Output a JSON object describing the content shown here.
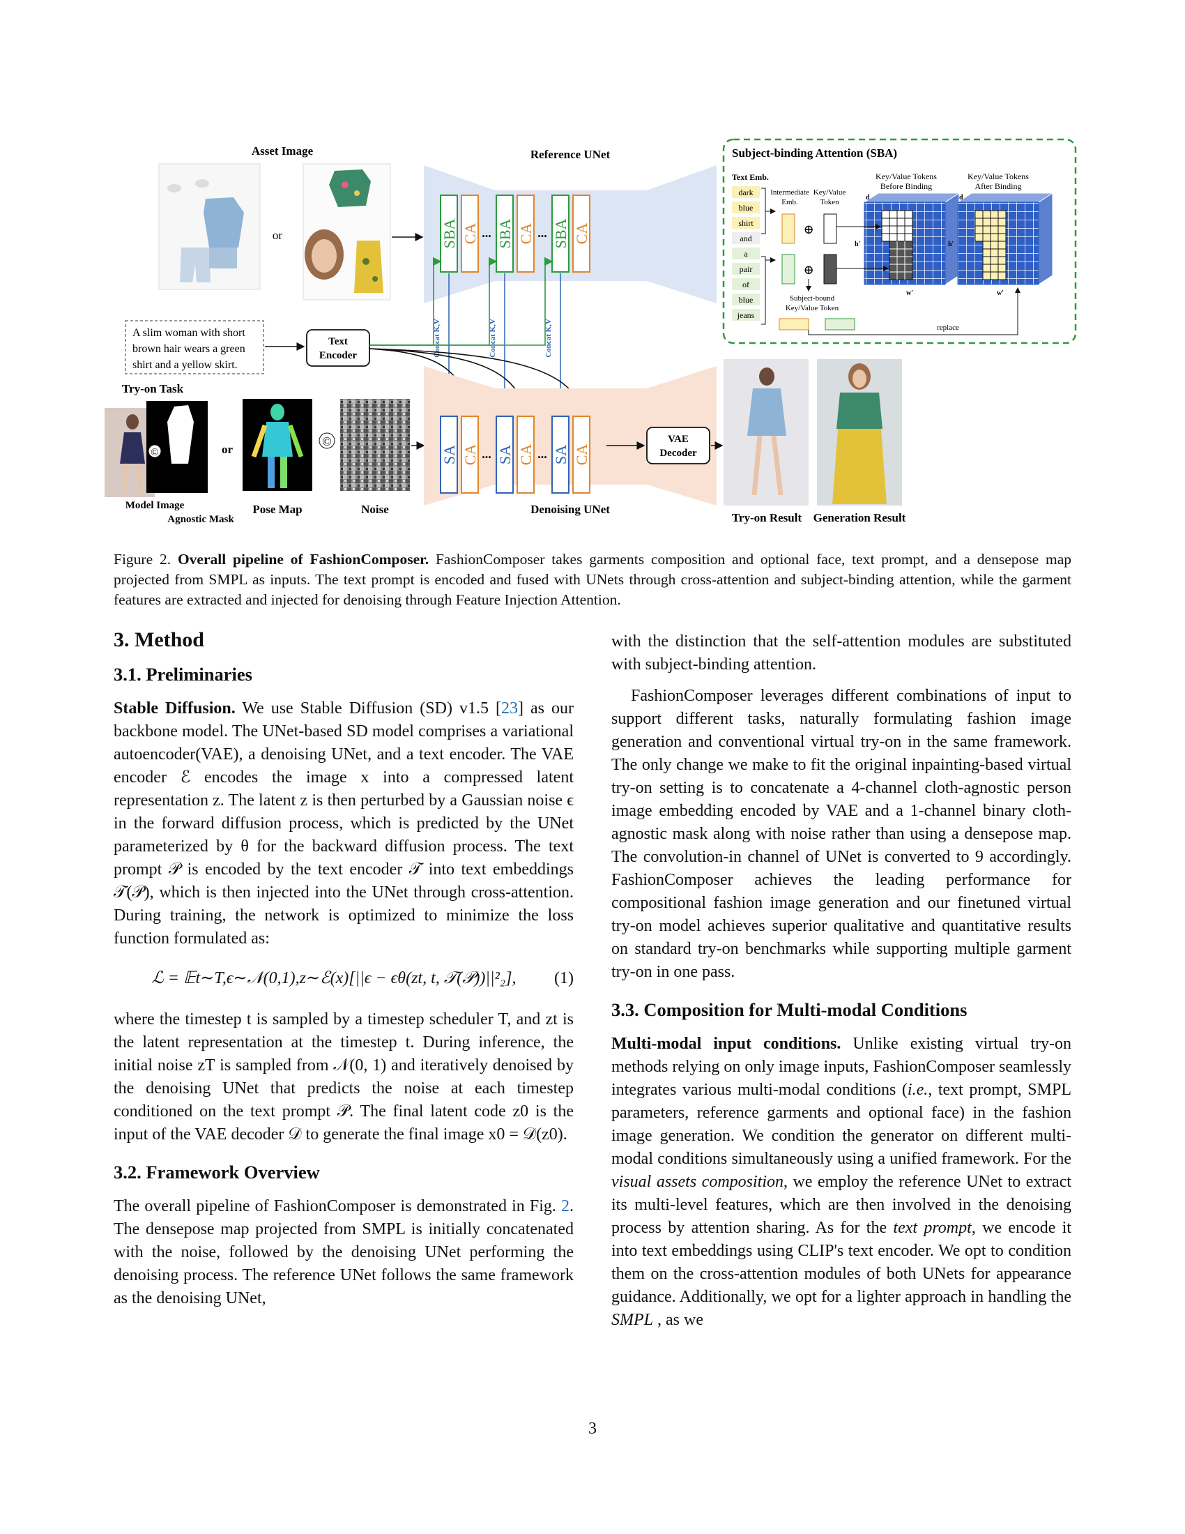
{
  "figure": {
    "labels": {
      "asset_image": "Asset Image",
      "or1": "or",
      "reference_unet": "Reference UNet",
      "denoising_unet": "Denoising UNet",
      "prompt": [
        "A slim woman with short",
        "brown hair wears a green",
        "shirt and a yellow skirt."
      ],
      "text_encoder": [
        "Text",
        "Encoder"
      ],
      "tryon_task": "Try-on Task",
      "or2": "or",
      "model_image": "Model Image",
      "agnostic_mask": "Agnostic Mask",
      "pose_map": "Pose Map",
      "noise": "Noise",
      "vae_decoder": [
        "VAE",
        "Decoder"
      ],
      "tryon_result": "Try-on Result",
      "generation_result": "Generation Result",
      "concat_kv": "Concat K,V",
      "copyright": "©",
      "dots": "...",
      "sba": "SBA",
      "ca": "CA",
      "sa": "SA"
    },
    "sba_panel": {
      "title": "Subject-binding Attention (SBA)",
      "text_emb": "Text Emb.",
      "tokens": [
        "dark",
        "blue",
        "shirt",
        "and",
        "a",
        "pair",
        "of",
        "blue",
        "jeans"
      ],
      "intermediate_emb": [
        "Intermediate",
        "Emb."
      ],
      "kv_token": [
        "Key/Value",
        "Token"
      ],
      "before": [
        "Key/Value Tokens",
        "Before Binding"
      ],
      "after": [
        "Key/Value Tokens",
        "After Binding"
      ],
      "subject_bound": [
        "Subject-bound",
        "Key/Value Token"
      ],
      "replace": "replace",
      "d": "d",
      "h": "h'",
      "w": "w'",
      "oplus": "⊕"
    },
    "colors": {
      "sba_green": "#2e9a3e",
      "ca_orange": "#e0862a",
      "sa_blue": "#2f63b7",
      "ref_bg": "#dbe5f3",
      "den_bg": "#f9e1d4",
      "token_yellow": "#fbf0b5",
      "token_green": "#e3f1d9",
      "grid_blue": "#2f5fc4"
    }
  },
  "caption": {
    "label": "Figure 2.",
    "bold": "Overall pipeline of FashionComposer.",
    "text": "FashionComposer takes garments composition and optional face, text prompt, and a densepose map projected from SMPL as inputs. The text prompt is encoded and fused with UNets through cross-attention and subject-binding attention, while the garment features are extracted and injected for denoising through Feature Injection Attention."
  },
  "left": {
    "section": "3. Method",
    "sub1": "3.1. Preliminaries",
    "sd_title": "Stable Diffusion.",
    "sd_a": "We use Stable Diffusion (SD) v1.5 [",
    "sd_cite": "23",
    "sd_b": "] as our backbone model. The UNet-based SD model comprises a variational autoencoder(VAE), a denoising UNet, and a text encoder. The VAE encoder ℰ encodes the image x into a compressed latent representation z. The latent z is then perturbed by a Gaussian noise ϵ in the forward diffusion process, which is predicted by the UNet parameterized by θ for the backward diffusion process. The text prompt 𝒫 is encoded by the text encoder 𝒯 into text embeddings 𝒯(𝒫), which is then injected into the UNet through cross-attention. During training, the network is optimized to minimize the loss function formulated as:",
    "equation": "ℒ = 𝔼t∼T,ϵ∼𝒩(0,1),z∼ℰ(x)[||ϵ − ϵθ(zt, t, 𝒯(𝒫))||²₂],",
    "eq_num": "(1)",
    "after_eq": "where the timestep t is sampled by a timestep scheduler T, and zt is the latent representation at the timestep t. During inference, the initial noise zT is sampled from 𝒩(0, 1) and iteratively denoised by the denoising UNet that predicts the noise at each timestep conditioned on the text prompt 𝒫. The final latent code z0 is the input of the VAE decoder 𝒟 to generate the final image x0 = 𝒟(z0).",
    "sub2": "3.2. Framework Overview",
    "fo_a": "The overall pipeline of FashionComposer is demonstrated in Fig. ",
    "fo_cite": "2",
    "fo_b": ". The densepose map projected from SMPL is initially concatenated with the noise, followed by the denoising UNet performing the denoising process. The reference UNet follows the same framework as the denoising UNet,"
  },
  "right": {
    "p1": "with the distinction that the self-attention modules are substituted with subject-binding attention.",
    "p2": "FashionComposer leverages different combinations of input to support different tasks, naturally formulating fashion image generation and conventional virtual try-on in the same framework. The only change we make to fit the original inpainting-based virtual try-on setting is to concatenate a 4-channel cloth-agnostic person image embedding encoded by VAE and a 1-channel binary cloth-agnostic mask along with noise rather than using a densepose map. The convolution-in channel of UNet is converted to 9 accordingly. FashionComposer achieves the leading performance for compositional fashion image generation and our finetuned virtual try-on model achieves superior qualitative and quantitative results on standard try-on benchmarks while supporting multiple garment try-on in one pass.",
    "sub3": "3.3. Composition for Multi-modal Conditions",
    "mm_title": "Multi-modal input conditions.",
    "mm_a": "Unlike existing virtual try-on methods relying on only image inputs, FashionComposer seamlessly integrates various multi-modal conditions (",
    "mm_ie": "i.e.",
    "mm_b": ", text prompt, SMPL parameters, reference garments and optional face) in the fashion image generation. We condition the generator on different multi-modal conditions simultaneously using a unified framework. For the ",
    "mm_vac": "visual assets composition",
    "mm_c": ", we employ the reference UNet to extract its multi-level features, which are then involved in the denoising process by attention sharing. As for the ",
    "mm_tp": "text prompt",
    "mm_d": ", we encode it into text embeddings using CLIP's text encoder. We opt to condition them on the cross-attention modules of both UNets for appearance guidance. Additionally, we opt for a lighter approach in handling the ",
    "mm_smpl": "SMPL",
    "mm_e": " , as we"
  },
  "page_number": "3"
}
